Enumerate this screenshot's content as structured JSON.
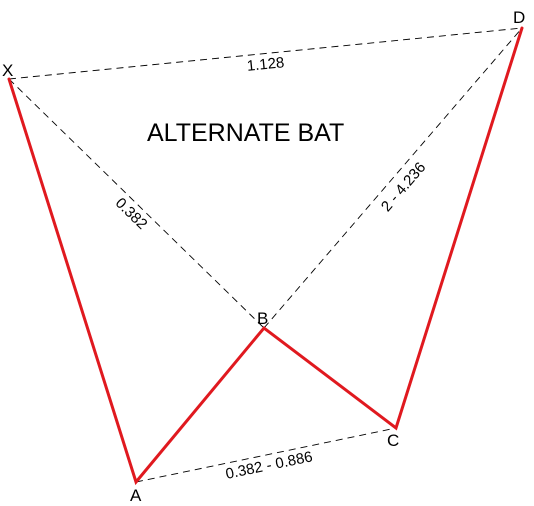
{
  "title": "ALTERNATE BAT",
  "colors": {
    "leg": "#e0191f",
    "ratio_line": "#000000",
    "text": "#000000",
    "background": "#ffffff"
  },
  "points": {
    "x": "X",
    "a": "A",
    "b": "B",
    "c": "C",
    "d": "D"
  },
  "ratios": {
    "xd": "1.128",
    "xb": "0.382",
    "bd": "2 - 4.236",
    "ac": "0.382 - 0.886"
  }
}
